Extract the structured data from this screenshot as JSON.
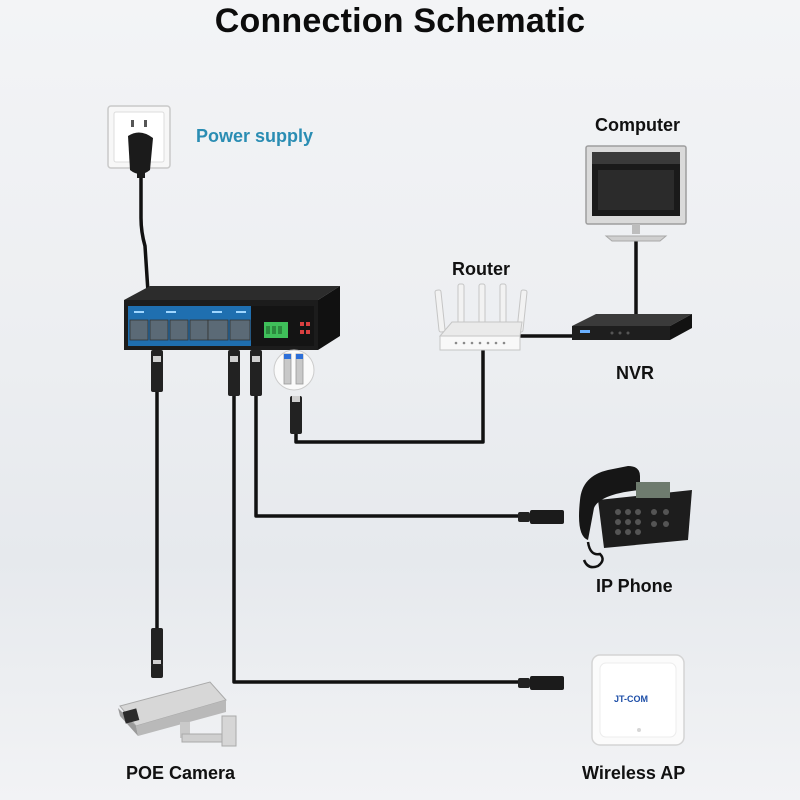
{
  "title": "Connection Schematic",
  "labels": {
    "power_supply": "Power supply",
    "computer": "Computer",
    "router": "Router",
    "nvr": "NVR",
    "ip_phone": "IP Phone",
    "poe_camera": "POE Camera",
    "wireless_ap": "Wireless AP"
  },
  "ap_brand": "JT-COM",
  "colors": {
    "power_label": "#2a8db3",
    "cable": "#111111",
    "switch_panel": "#1f6fb0",
    "port_green": "#3fbf5a"
  }
}
